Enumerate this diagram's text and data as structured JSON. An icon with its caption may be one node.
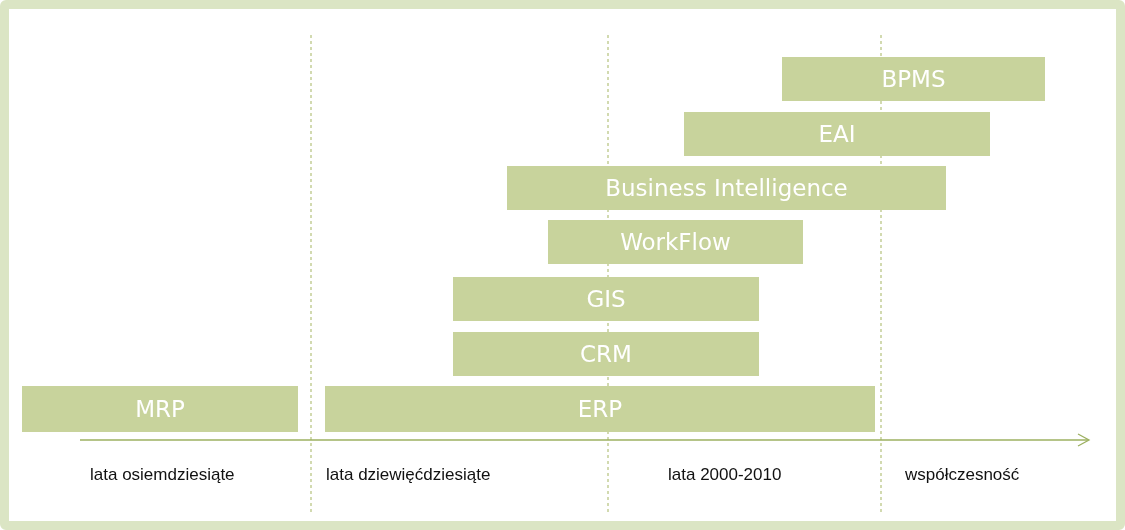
{
  "diagram": {
    "nodes": [
      {
        "text": [
          "BPMS"
        ]
      },
      {
        "text": [
          "EAI"
        ]
      },
      {
        "text": [
          "Business Intelligence"
        ]
      },
      {
        "text": [
          "WorkFlow"
        ]
      },
      {
        "text": [
          "GIS"
        ]
      },
      {
        "text": [
          "CRM"
        ]
      },
      {
        "text": [
          "MRP"
        ]
      },
      {
        "text": [
          "ERP"
        ]
      }
    ],
    "labels": [
      "lata osiemdziesiąte",
      "lata dziewięćdziesiąte",
      "lata 2000-2010",
      "współczesność"
    ]
  }
}
